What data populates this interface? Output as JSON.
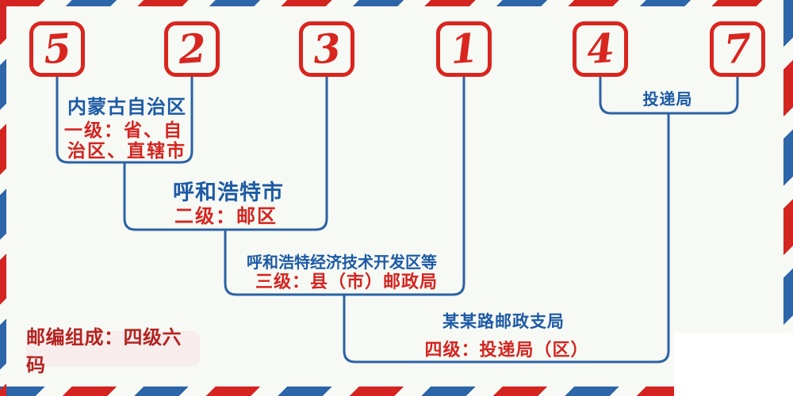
{
  "postal_code": {
    "digits": [
      "5",
      "2",
      "3",
      "1",
      "4",
      "7"
    ]
  },
  "levels": [
    {
      "place": "内蒙古自治区",
      "rank_lines": [
        "一级：省、自",
        "治区、直辖市"
      ]
    },
    {
      "place": "呼和浩特市",
      "rank": "二级：邮区"
    },
    {
      "place": "呼和浩特经济技术开发区等",
      "rank": "三级：县（市）邮政局"
    },
    {
      "place": "某某路邮政支局",
      "rank": "四级：投递局（区）"
    }
  ],
  "delivery_bracket": {
    "label": "投递局"
  },
  "badge": {
    "label": "邮编组成：四级六码"
  },
  "colors": {
    "stripe_red": "#d42420",
    "stripe_blue": "#2d65a9",
    "box_red": "#d8261f",
    "text_blue": "#1c5aa6",
    "text_red": "#d42420",
    "line_blue": "#2b62a5",
    "badge_background": "#f8eded",
    "badge_text": "#b3231f",
    "background": "#f7f9f4"
  }
}
